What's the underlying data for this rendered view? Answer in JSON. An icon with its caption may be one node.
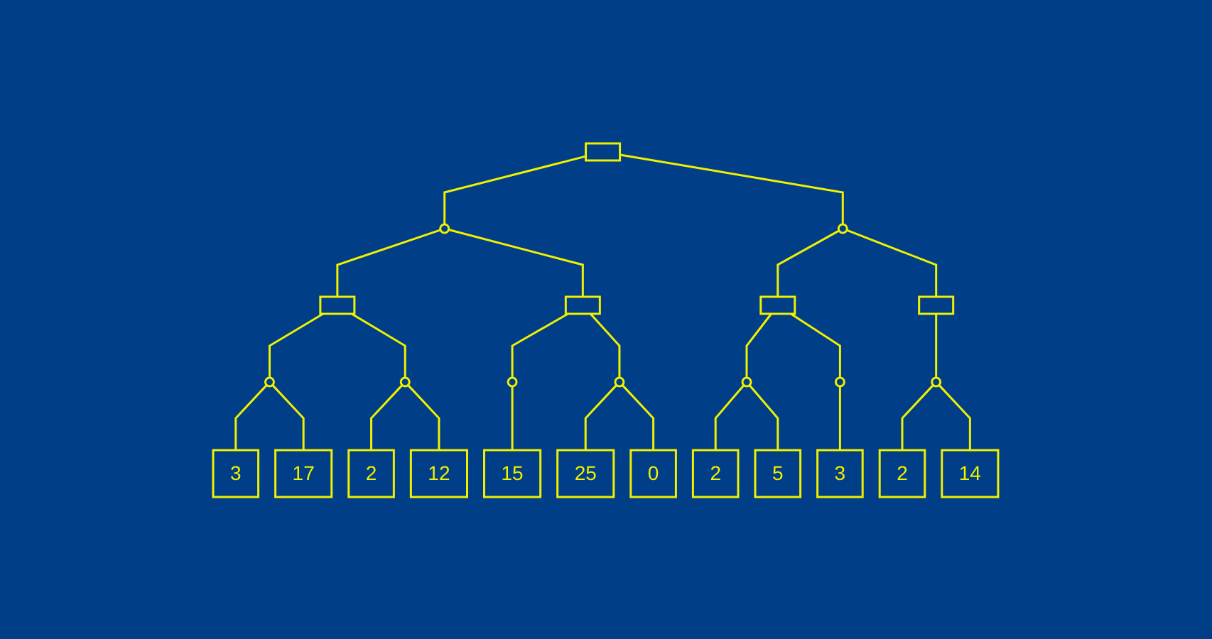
{
  "diagram": {
    "nodes": [
      {
        "text": [],
        "shape": "box"
      },
      {
        "text": [],
        "shape": "circle"
      },
      {
        "text": [],
        "shape": "circle"
      },
      {
        "text": [],
        "shape": "box"
      },
      {
        "text": [],
        "shape": "box"
      },
      {
        "text": [],
        "shape": "box"
      },
      {
        "text": [],
        "shape": "box"
      },
      {
        "text": [],
        "shape": "circle"
      },
      {
        "text": [],
        "shape": "circle"
      },
      {
        "text": [],
        "shape": "circle"
      },
      {
        "text": [],
        "shape": "circle"
      },
      {
        "text": [],
        "shape": "circle"
      },
      {
        "text": [],
        "shape": "circle"
      },
      {
        "text": [],
        "shape": "circle"
      },
      {
        "text": [
          "3"
        ]
      },
      {
        "text": [
          "17"
        ]
      },
      {
        "text": [
          "2"
        ]
      },
      {
        "text": [
          "12"
        ]
      },
      {
        "text": [
          "15"
        ]
      },
      {
        "text": [
          "25"
        ]
      },
      {
        "text": [
          "0"
        ]
      },
      {
        "text": [
          "2"
        ]
      },
      {
        "text": [
          "5"
        ]
      },
      {
        "text": [
          "3"
        ]
      },
      {
        "text": [
          "2"
        ]
      },
      {
        "text": [
          "14"
        ]
      }
    ],
    "edges": [
      {
        "from": 0,
        "to": 1,
        "arrow": "none"
      },
      {
        "from": 0,
        "to": 2,
        "arrow": "none"
      },
      {
        "from": 1,
        "to": 3,
        "arrow": "none"
      },
      {
        "from": 1,
        "to": 4,
        "arrow": "none"
      },
      {
        "from": 2,
        "to": 5,
        "arrow": "none"
      },
      {
        "from": 2,
        "to": 6,
        "arrow": "none"
      },
      {
        "from": 3,
        "to": 7,
        "arrow": "none"
      },
      {
        "from": 3,
        "to": 8,
        "arrow": "none"
      },
      {
        "from": 4,
        "to": 9,
        "arrow": "none"
      },
      {
        "from": 4,
        "to": 10,
        "arrow": "none"
      },
      {
        "from": 5,
        "to": 11,
        "arrow": "none"
      },
      {
        "from": 5,
        "to": 12,
        "arrow": "none"
      },
      {
        "from": 6,
        "to": 13,
        "arrow": "none"
      },
      {
        "from": 7,
        "to": 14,
        "arrow": "none"
      },
      {
        "from": 7,
        "to": 15,
        "arrow": "none"
      },
      {
        "from": 8,
        "to": 16,
        "arrow": "none"
      },
      {
        "from": 8,
        "to": 17,
        "arrow": "none"
      },
      {
        "from": 9,
        "to": 18,
        "arrow": "none"
      },
      {
        "from": 10,
        "to": 19,
        "arrow": "none"
      },
      {
        "from": 10,
        "to": 20,
        "arrow": "none"
      },
      {
        "from": 11,
        "to": 21,
        "arrow": "none"
      },
      {
        "from": 11,
        "to": 22,
        "arrow": "none"
      },
      {
        "from": 12,
        "to": 23,
        "arrow": "none"
      },
      {
        "from": 13,
        "to": 24,
        "arrow": "none"
      },
      {
        "from": 13,
        "to": 25,
        "arrow": "none"
      }
    ]
  }
}
